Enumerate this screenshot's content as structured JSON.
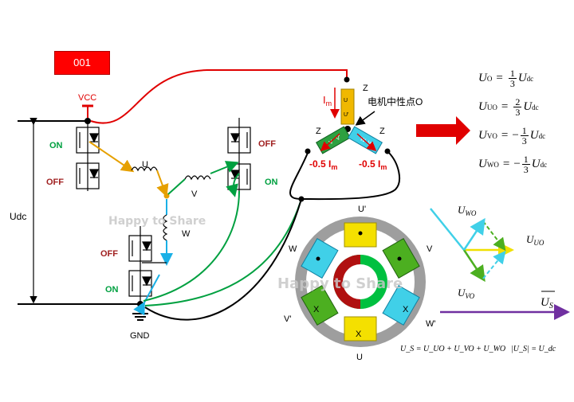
{
  "badge": "001",
  "labels": {
    "vcc": "VCC",
    "gnd": "GND",
    "udc": "Udc",
    "on": "ON",
    "off": "OFF",
    "phase_u": "U",
    "phase_v": "V",
    "phase_w": "W",
    "neutral": "电机中性点O",
    "im": "I",
    "im_sub": "m",
    "half_im": "-0.5 I",
    "z": "Z",
    "u_prime": "U'",
    "v_prime": "V'",
    "w_prime": "W'",
    "x": "X"
  },
  "coil": {
    "u_top": "U",
    "u_bottom": "U'",
    "v": "V",
    "v_prime": "V'",
    "w": "W",
    "w_prime": "W'"
  },
  "watermark": "Happy to Share",
  "equations": {
    "uo_lhs": "U",
    "uo_sub": "O",
    "uo_rhs": "U",
    "uo_rhs_sub": "dc",
    "f13_num": "1",
    "f13_den": "3",
    "f23_num": "2",
    "f23_den": "3",
    "uuo_sub": "UO",
    "uvo_sub": "VO",
    "uwo_sub": "WO",
    "equals": "=",
    "minus": "−"
  },
  "vectors": {
    "uwo": "U",
    "uwo_sub": "WO",
    "uuo": "U",
    "uuo_sub": "UO",
    "uvo": "U",
    "uvo_sub": "VO",
    "us": "U",
    "us_sub": "S"
  },
  "bottom_eq": {
    "sum": "U_S = U_UO + U_VO + U_WO",
    "mag": "|U_S| = U_dc"
  },
  "colors": {
    "red": "#e00000",
    "green": "#00a040",
    "blue": "#1ab0e6",
    "orange": "#e6a000",
    "purple": "#7030a0"
  }
}
